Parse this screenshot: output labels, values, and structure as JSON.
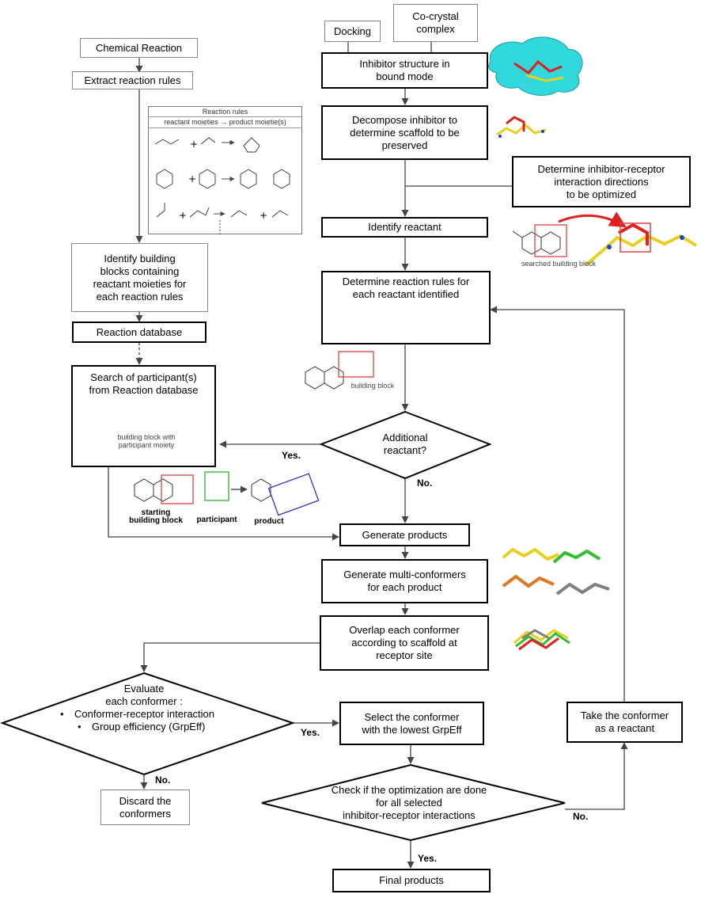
{
  "boxes": {
    "chemical_reaction": "Chemical Reaction",
    "extract_rules": "Extract reaction rules",
    "identify_building_blocks": "Identify  building\nblocks containing\nreactant moieties for\neach reaction rules",
    "reaction_database": "Reaction  database",
    "search_participants": "Search of participant(s)\nfrom Reaction database",
    "docking": "Docking",
    "co_crystal": "Co-crystal\ncomplex",
    "inhibitor_structure": "Inhibitor structure in\nbound mode",
    "decompose_inhibitor": "Decompose inhibitor to\ndetermine scaffold to be\npreserved",
    "determine_interactions": "Determine inhibitor-receptor\ninteraction directions\nto be optimized",
    "identify_reactant": "Identify reactant",
    "determine_rules": "Determine reaction rules for\neach reactant identified",
    "generate_products": "Generate  products",
    "multi_conformers": "Generate multi-conformers\nfor each product",
    "overlap": "Overlap each conformer\naccording to scaffold at\nreceptor site",
    "select_conformer": "Select  the conformer\nwith the lowest GrpEff",
    "take_conformer": "Take the conformer\nas a reactant",
    "discard": "Discard the\nconformers",
    "final_products": "Final products"
  },
  "diamonds": {
    "additional_reactant": "Additional\nreactant?",
    "evaluate_title": "Evaluate\neach conformer :",
    "evaluate_items": [
      "Conformer-receptor interaction",
      "Group efficiency (GrpEff)"
    ],
    "check_optimization": "Check if the optimization are done\nfor all selected\ninhibitor-receptor interactions"
  },
  "labels": {
    "yes1": "Yes.",
    "no1": "No.",
    "yes2": "Yes.",
    "no2": "No.",
    "yes3": "Yes.",
    "no3": "No."
  },
  "rules_panel": {
    "title": "Reaction rules",
    "header": "reactant moieties → product moietie(s)"
  },
  "captions": {
    "searched_building_block": "searched building block",
    "building_block": "building block",
    "building_block_with_participant": "building block with\nparticipant moiety",
    "starting_building_block": "starting\nbuilding block",
    "participant": "participant",
    "product": "product"
  },
  "colors": {
    "reactant_frame": "#e04040",
    "participant_frame": "#30b030",
    "product_frame": "#3030d0",
    "receptor_surface": "#30d8dc",
    "arrow_highlight": "#e02020"
  }
}
